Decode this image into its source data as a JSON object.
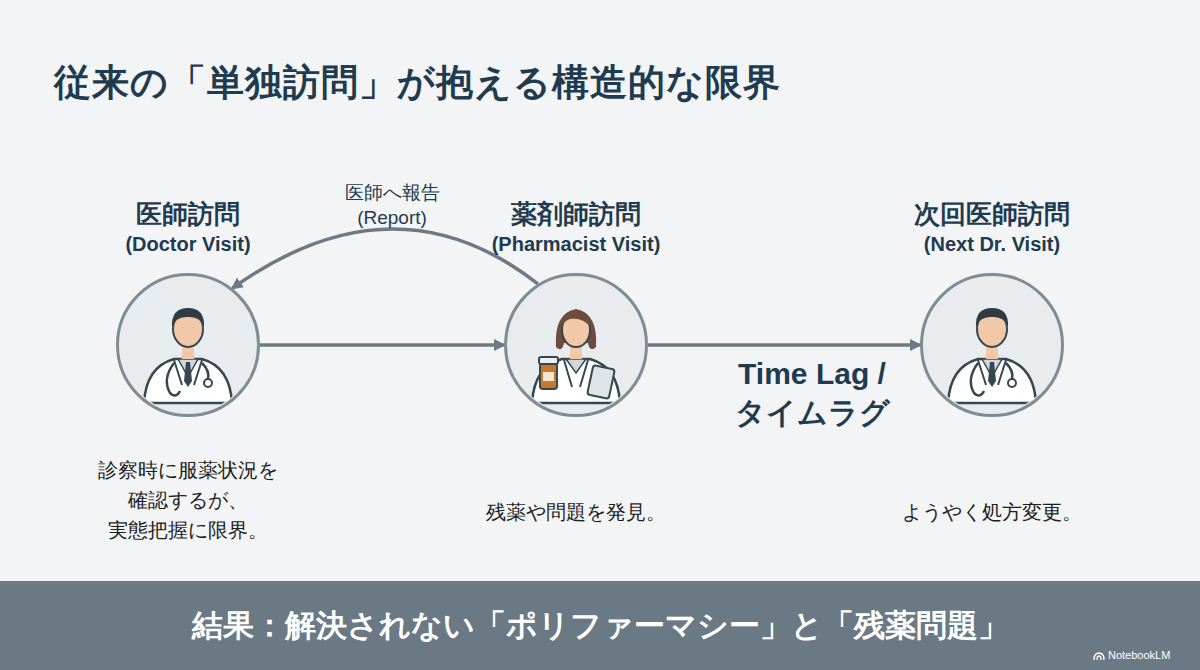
{
  "diagram": {
    "title": "従来の「単独訪問」が抱える構造的な限界",
    "caption": "結果：解決されない「ポリファーマシー」と「残薬問題」",
    "nodes": [
      {
        "text": [
          "医師訪問",
          "(Doctor Visit)",
          "診察時に服薬状況を 確認するが、 実態把握に限界。"
        ]
      },
      {
        "text": [
          "薬剤師訪問",
          "(Pharmacist Visit)",
          "残薬や問題を発見。"
        ]
      },
      {
        "text": [
          "次回医師訪問",
          "(Next Dr. Visit)",
          "ようやく処方変更。"
        ]
      }
    ],
    "edges": [
      {
        "from": 0,
        "to": 1,
        "arrow": "to"
      },
      {
        "from": 1,
        "to": 0,
        "label": "医師へ報告 (Report)",
        "arrow": "to"
      },
      {
        "from": 1,
        "to": 2,
        "label": "Time Lag / タイムラグ",
        "arrow": "to"
      }
    ],
    "labels": [
      "NotebookLM"
    ]
  }
}
